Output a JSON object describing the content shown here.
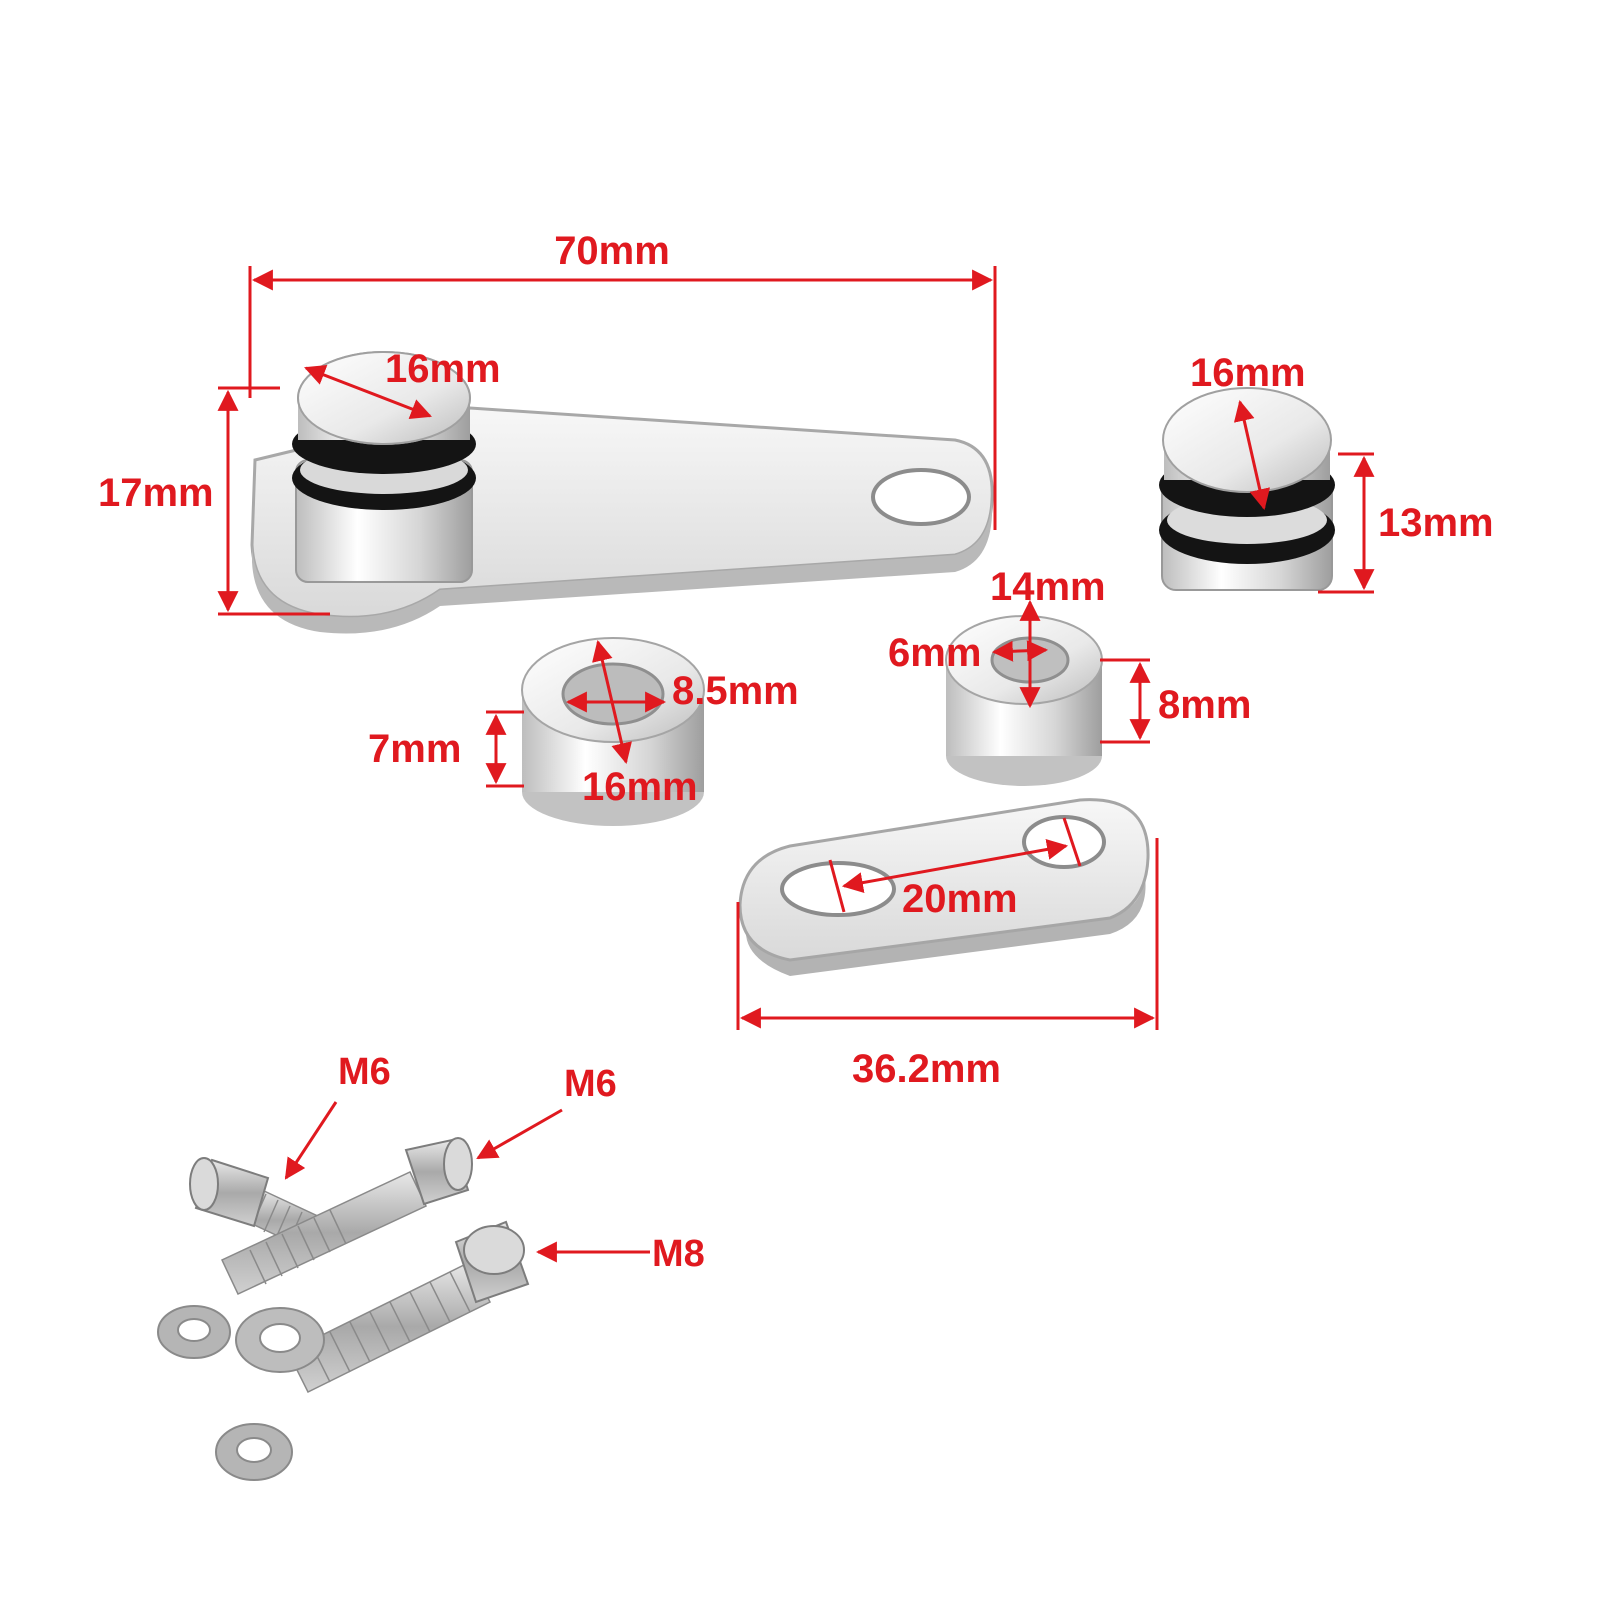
{
  "colors": {
    "annotation": "#e0191f",
    "metal_light": "#f2f2f2",
    "metal_mid": "#cfcfcf",
    "metal_dark": "#9a9a9a",
    "oring": "#141414"
  },
  "labels": {
    "arm_length": "70mm",
    "arm_plug_diameter": "16mm",
    "arm_height": "17mm",
    "plug_diameter": "16mm",
    "plug_height": "13mm",
    "small_spacer_outer": "14mm",
    "small_spacer_inner": "6mm",
    "small_spacer_height": "8mm",
    "large_spacer_inner": "8.5mm",
    "large_spacer_height": "7mm",
    "large_spacer_outer": "16mm",
    "plate_hole_spacing": "20mm",
    "plate_length": "36.2mm",
    "bolt_short": "M6",
    "bolt_medium": "M6",
    "bolt_long": "M8"
  }
}
